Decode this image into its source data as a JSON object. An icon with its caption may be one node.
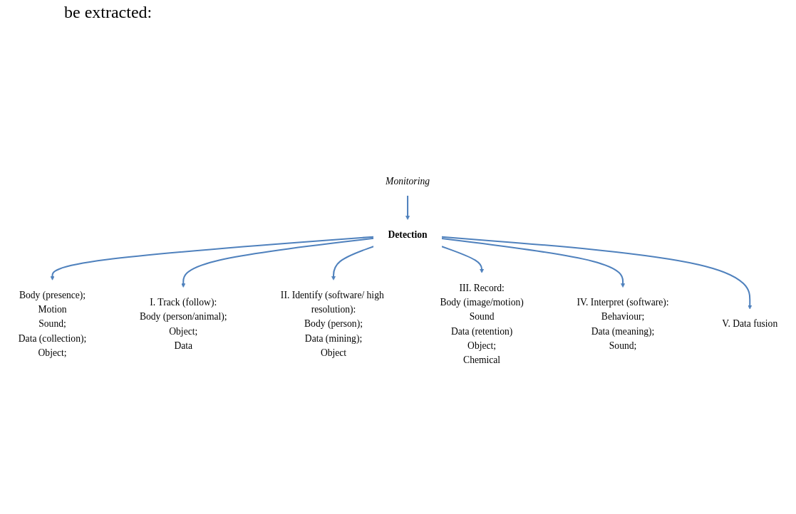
{
  "diagram": {
    "nodes": [
      {
        "text": [
          "Monitoring"
        ]
      },
      {
        "text": [
          "Detection"
        ]
      },
      {
        "text": [
          "Body (presence);",
          "Motion",
          "Sound;",
          "Data (collection);",
          "Object;"
        ]
      },
      {
        "text": [
          "I. Track (follow):",
          "Body (person/animal);",
          "Object;",
          "Data"
        ]
      },
      {
        "text": [
          "II. Identify (software/ high resolution):",
          "Body (person);",
          "Data (mining);",
          "Object"
        ]
      },
      {
        "text": [
          "III. Record:",
          "Body (image/motion)",
          "Sound",
          "Data (retention)",
          "Object;",
          "Chemical"
        ]
      },
      {
        "text": [
          "IV. Interpret (software):",
          "Behaviour;",
          "Data (meaning);",
          "Sound;"
        ]
      },
      {
        "text": [
          "V. Data fusion"
        ]
      }
    ],
    "edges": [
      {
        "from": 0,
        "to": 1,
        "arrow": "to"
      },
      {
        "from": 1,
        "to": 2,
        "arrow": "to"
      },
      {
        "from": 1,
        "to": 3,
        "arrow": "to"
      },
      {
        "from": 1,
        "to": 4,
        "arrow": "to"
      },
      {
        "from": 1,
        "to": 5,
        "arrow": "to"
      },
      {
        "from": 1,
        "to": 6,
        "arrow": "to"
      },
      {
        "from": 1,
        "to": 7,
        "arrow": "to"
      }
    ],
    "labels": [
      "be extracted:"
    ]
  }
}
